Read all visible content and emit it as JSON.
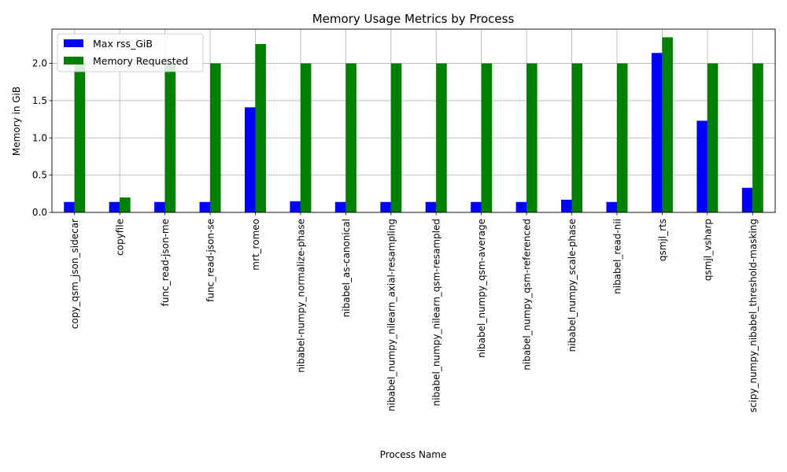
{
  "chart_data": {
    "type": "bar",
    "title": "Memory Usage Metrics by Process",
    "xlabel": "Process Name",
    "ylabel": "Memory in GiB",
    "ylim": [
      0,
      2.46
    ],
    "yticks": [
      "0.0",
      "0.5",
      "1.0",
      "1.5",
      "2.0"
    ],
    "grid": true,
    "legend_position": "top-left",
    "categories": [
      "copy_qsm_json_sidecar",
      "copyfile",
      "func_read-json-me",
      "func_read-json-se",
      "mrt_romeo",
      "nibabel-numpy_normalize-phase",
      "nibabel_as-canonical",
      "nibabel_numpy_nilearn_axial-resampling",
      "nibabel_numpy_nilearn_qsm-resampled",
      "nibabel_numpy_qsm-average",
      "nibabel_numpy_qsm-referenced",
      "nibabel_numpy_scale-phase",
      "nibabel_read-nii",
      "qsmjl_rts",
      "qsmjl_vsharp",
      "scipy_numpy_nibabel_threshold-masking"
    ],
    "series": [
      {
        "name": "Max rss_GiB",
        "color": "#0000ff",
        "values": [
          0.14,
          0.14,
          0.14,
          0.14,
          1.41,
          0.15,
          0.14,
          0.14,
          0.14,
          0.14,
          0.14,
          0.17,
          0.14,
          2.14,
          1.23,
          0.33
        ]
      },
      {
        "name": "Memory Requested",
        "color": "#008000",
        "values": [
          2.0,
          0.2,
          2.0,
          2.0,
          2.26,
          2.0,
          2.0,
          2.0,
          2.0,
          2.0,
          2.0,
          2.0,
          2.0,
          2.35,
          2.0,
          2.0
        ]
      }
    ]
  }
}
